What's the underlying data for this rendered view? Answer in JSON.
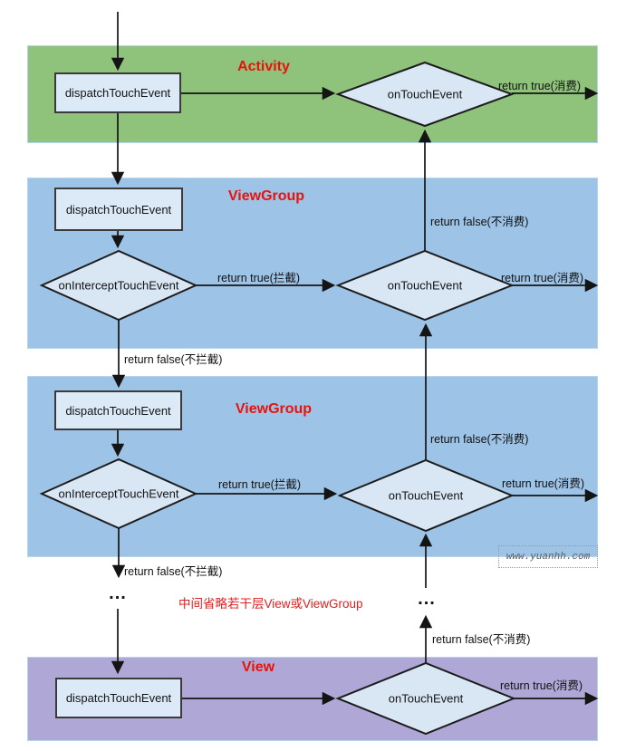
{
  "bands": {
    "activity": {
      "title": "Activity"
    },
    "viewgroup_upper": {
      "title": "ViewGroup"
    },
    "viewgroup_lower": {
      "title": "ViewGroup"
    },
    "view": {
      "title": "View"
    }
  },
  "nodes": {
    "activity": {
      "dispatch": "dispatchTouchEvent",
      "on_touch": "onTouchEvent"
    },
    "viewgroup_upper": {
      "dispatch": "dispatchTouchEvent",
      "intercept": "onInterceptTouchEvent",
      "on_touch": "onTouchEvent"
    },
    "viewgroup_lower": {
      "dispatch": "dispatchTouchEvent",
      "intercept": "onInterceptTouchEvent",
      "on_touch": "onTouchEvent"
    },
    "view": {
      "dispatch": "dispatchTouchEvent",
      "on_touch": "onTouchEvent"
    }
  },
  "edge_labels": {
    "activity": {
      "consume": "return true(消费)"
    },
    "viewgroup_upper": {
      "not_consume": "return false(不消费)",
      "intercept": "return true(拦截)",
      "consume": "return true(消费)",
      "not_intercept": "return false(不拦截)"
    },
    "viewgroup_lower": {
      "not_consume": "return false(不消费)",
      "intercept": "return true(拦截)",
      "consume": "return true(消费)",
      "not_intercept": "return false(不拦截)"
    },
    "view": {
      "not_consume": "return false(不消费)",
      "consume": "return true(消费)"
    },
    "ellipsis": "..."
  },
  "annotations": {
    "omitted_layers_note": "中间省略若干层View或ViewGroup",
    "watermark": "www.yuanhh.com"
  },
  "colors": {
    "activity_band": "#8FC37C",
    "viewgroup_band": "#9DC3E6",
    "view_band": "#AFA7D5",
    "node_fill": "#DCE9F6",
    "title_red": "#E8130C",
    "note_red": "#E02020",
    "line": "#141414"
  }
}
